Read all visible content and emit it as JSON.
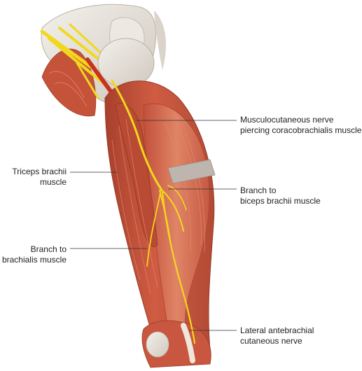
{
  "labels": {
    "musculocutaneous": {
      "line1": "Musculocutaneous nerve",
      "line2": "piercing coracobrachialis muscle"
    },
    "triceps": {
      "line1": "Triceps brachii",
      "line2": "muscle"
    },
    "biceps_branch": {
      "line1": "Branch to",
      "line2": "biceps brachii muscle"
    },
    "brachialis_branch": {
      "line1": "Branch to",
      "line2": "brachialis muscle"
    },
    "lateral_antebrachial": {
      "line1": "Lateral antebrachial",
      "line2": "cutaneous nerve"
    }
  },
  "colors": {
    "muscle": "#c9573f",
    "muscle_dark": "#a8402d",
    "muscle_light": "#de7a5e",
    "bone": "#e6e1da",
    "nerve": "#f2d81d",
    "artery": "#c8321f",
    "leader": "#333333"
  }
}
